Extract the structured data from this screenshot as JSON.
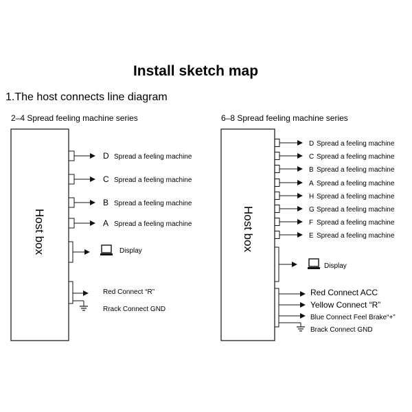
{
  "title": "Install sketch map",
  "subtitle": "1.The host connects line diagram",
  "left": {
    "series_title": "2–4 Spread feeling machine series",
    "host_label": "Host box",
    "outputs": [
      {
        "letter": "D",
        "text": "Spread a feeling machine"
      },
      {
        "letter": "C",
        "text": "Spread a feeling machine"
      },
      {
        "letter": "B",
        "text": "Spread a feeling machine"
      },
      {
        "letter": "A",
        "text": "Spread a feeling machine"
      }
    ],
    "display": "Display",
    "power": [
      "Red Connect “R”",
      "Rrack Connect GND"
    ]
  },
  "right": {
    "series_title": "6–8 Spread feeling machine series",
    "host_label": "Host box",
    "outputs": [
      {
        "letter": "D",
        "text": "Spread a feeling machine"
      },
      {
        "letter": "C",
        "text": "Spread a feeling machine"
      },
      {
        "letter": "B",
        "text": "Spread a feeling machine"
      },
      {
        "letter": "A",
        "text": "Spread a feeling machine"
      },
      {
        "letter": "H",
        "text": "Spread a feeling machine"
      },
      {
        "letter": "G",
        "text": "Spread a feeling machine"
      },
      {
        "letter": "F",
        "text": "Spread a feeling machine"
      },
      {
        "letter": "E",
        "text": "Spread a feeling machine"
      }
    ],
    "display": "Display",
    "power": [
      "Red Connect ACC",
      "Yellow Connect “R”",
      "Blue Connect Feel Brake“+”",
      "Brack Connect GND"
    ]
  }
}
